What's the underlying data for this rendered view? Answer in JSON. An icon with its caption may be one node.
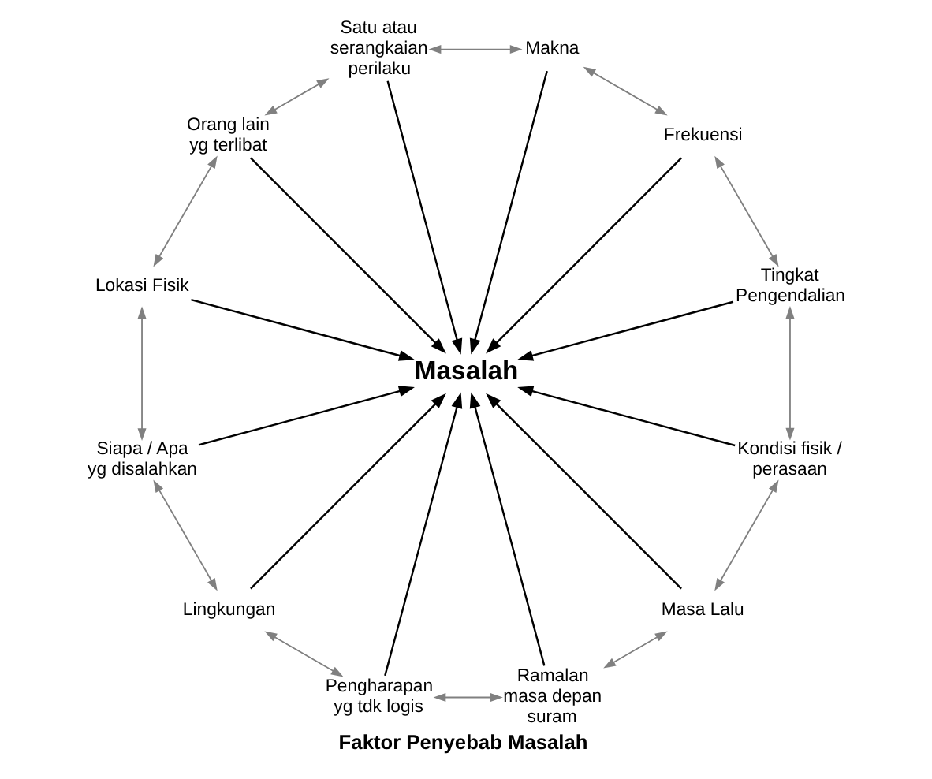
{
  "diagram": {
    "caption": "Faktor Penyebab Masalah",
    "nodes": [
      {
        "text": [
          "Satu atau serangkaian perilaku"
        ]
      },
      {
        "text": [
          "Makna"
        ]
      },
      {
        "text": [
          "Frekuensi"
        ]
      },
      {
        "text": [
          "Tingkat Pengendalian"
        ]
      },
      {
        "text": [
          "Kondisi fisik / perasaan"
        ]
      },
      {
        "text": [
          "Masa Lalu"
        ]
      },
      {
        "text": [
          "Ramalan masa depan suram"
        ]
      },
      {
        "text": [
          "Pengharapan yg tdk logis"
        ]
      },
      {
        "text": [
          "Lingkungan"
        ]
      },
      {
        "text": [
          "Siapa / Apa yg disalahkan"
        ]
      },
      {
        "text": [
          "Lokasi Fisik"
        ]
      },
      {
        "text": [
          "Orang lain yg terlibat"
        ]
      },
      {
        "text": [
          "Masalah"
        ]
      }
    ],
    "edges": [
      {
        "from": 0,
        "to": 12,
        "arrow": "to"
      },
      {
        "from": 1,
        "to": 12,
        "arrow": "to"
      },
      {
        "from": 2,
        "to": 12,
        "arrow": "to"
      },
      {
        "from": 3,
        "to": 12,
        "arrow": "to"
      },
      {
        "from": 4,
        "to": 12,
        "arrow": "to"
      },
      {
        "from": 5,
        "to": 12,
        "arrow": "to"
      },
      {
        "from": 6,
        "to": 12,
        "arrow": "to"
      },
      {
        "from": 7,
        "to": 12,
        "arrow": "to"
      },
      {
        "from": 8,
        "to": 12,
        "arrow": "to"
      },
      {
        "from": 9,
        "to": 12,
        "arrow": "to"
      },
      {
        "from": 10,
        "to": 12,
        "arrow": "to"
      },
      {
        "from": 11,
        "to": 12,
        "arrow": "to"
      },
      {
        "from": 0,
        "to": 1,
        "arrow": "both",
        "color": "#808080"
      },
      {
        "from": 1,
        "to": 2,
        "arrow": "both",
        "color": "#808080"
      },
      {
        "from": 2,
        "to": 3,
        "arrow": "both",
        "color": "#808080"
      },
      {
        "from": 3,
        "to": 4,
        "arrow": "both",
        "color": "#808080"
      },
      {
        "from": 4,
        "to": 5,
        "arrow": "both",
        "color": "#808080"
      },
      {
        "from": 5,
        "to": 6,
        "arrow": "both",
        "color": "#808080"
      },
      {
        "from": 6,
        "to": 7,
        "arrow": "both",
        "color": "#808080"
      },
      {
        "from": 7,
        "to": 8,
        "arrow": "both",
        "color": "#808080"
      },
      {
        "from": 8,
        "to": 9,
        "arrow": "both",
        "color": "#808080"
      },
      {
        "from": 9,
        "to": 10,
        "arrow": "both",
        "color": "#808080"
      },
      {
        "from": 10,
        "to": 11,
        "arrow": "both",
        "color": "#808080"
      },
      {
        "from": 11,
        "to": 0,
        "arrow": "both",
        "color": "#808080"
      }
    ]
  }
}
